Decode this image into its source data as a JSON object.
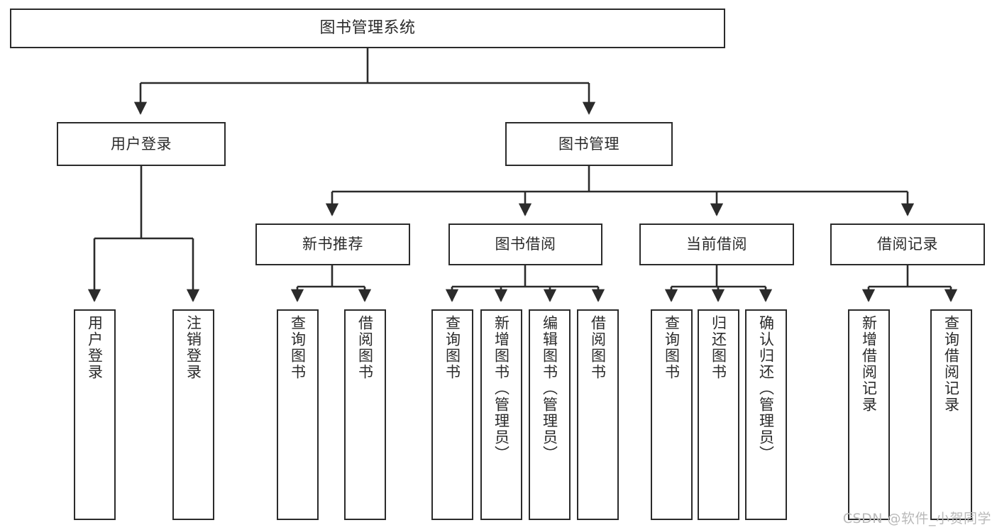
{
  "diagram": {
    "title": "图书管理系统",
    "type": "functional-structure-tree",
    "root": {
      "label": "图书管理系统"
    },
    "level1": [
      {
        "label": "用户登录"
      },
      {
        "label": "图书管理"
      }
    ],
    "level2": [
      {
        "label": "新书推荐"
      },
      {
        "label": "图书借阅"
      },
      {
        "label": "当前借阅"
      },
      {
        "label": "借阅记录"
      }
    ],
    "leaves": {
      "user_login": [
        {
          "label": "用户登录"
        },
        {
          "label": "注销登录"
        }
      ],
      "new_book_recommend": [
        {
          "label": "查询图书"
        },
        {
          "label": "借阅图书"
        }
      ],
      "book_borrow": [
        {
          "label": "查询图书"
        },
        {
          "label": "新增图书（管理员）"
        },
        {
          "label": "编辑图书（管理员）"
        },
        {
          "label": "借阅图书"
        }
      ],
      "current_borrow": [
        {
          "label": "查询图书"
        },
        {
          "label": "归还图书"
        },
        {
          "label": "确认归还（管理员）"
        }
      ],
      "borrow_record": [
        {
          "label": "新增借阅记录"
        },
        {
          "label": "查询借阅记录"
        }
      ]
    },
    "watermark": "CSDN @软件_小贺同学",
    "colors": {
      "stroke": "#2b2b2b",
      "fill": "#ffffff",
      "text": "#2b2b2b",
      "watermark": "#b9b9b9"
    }
  }
}
